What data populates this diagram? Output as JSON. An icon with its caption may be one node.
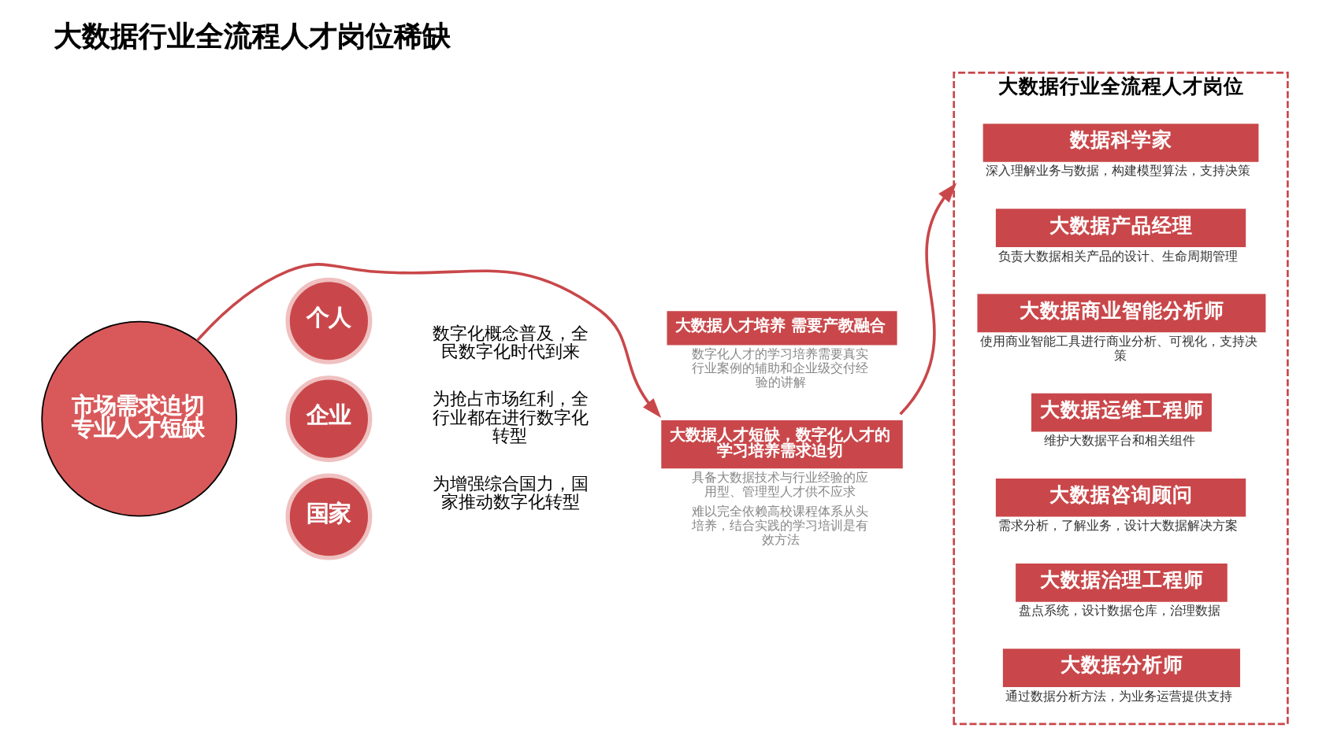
{
  "diagram": {
    "title": "大数据行业全流程人才岗位稀缺",
    "nodes": [
      {
        "text": [
          "市场需求迫切专业人才短缺"
        ]
      },
      {
        "text": [
          "国家"
        ],
        "beside": [
          "为增强综合国力，国家推动数字化转型"
        ]
      },
      {
        "text": [
          "企业"
        ],
        "beside": [
          "为抢占市场红利，全行业都在进行数字化转型"
        ]
      },
      {
        "text": [
          "个人"
        ],
        "beside": [
          "数字化概念普及，全民数字化时代到来"
        ]
      },
      {
        "text": [
          "大数据人才短缺，数字化人才的学习培养需求迫切"
        ],
        "beside": [
          "具备大数据技术与行业经验的应用型、管理型人才供不应求",
          "难以完全依赖高校课程体系从头培养，结合实践的学习培训是有效方法"
        ]
      },
      {
        "text": [
          "大数据人才培养 需要产教融合"
        ],
        "beside": [
          "数字化人才的学习培养需要真实行业案例的辅助和企业级交付经验的讲解"
        ]
      },
      {
        "text": [
          "大数据行业全流程人才岗位"
        ]
      },
      {
        "text": [
          "大数据咨询顾问"
        ],
        "in": 6,
        "beside": [
          "需求分析，了解业务，设计大数据解决方案"
        ]
      },
      {
        "text": [
          "大数据治理工程师"
        ],
        "in": 6,
        "beside": [
          "盘点系统，设计数据仓库，治理数据"
        ]
      },
      {
        "text": [
          "大数据分析师"
        ],
        "in": 6,
        "beside": [
          "通过数据分析方法，为业务运营提供支持"
        ]
      },
      {
        "text": [
          "数据科学家"
        ],
        "in": 6,
        "beside": [
          "深入理解业务与数据，构建模型算法，支持决策"
        ]
      },
      {
        "text": [
          "大数据产品经理"
        ],
        "in": 6,
        "beside": [
          "负责大数据相关产品的设计、生命周期管理"
        ]
      },
      {
        "text": [
          "大数据商业智能分析师"
        ],
        "in": 6,
        "beside": [
          "使用商业智能工具进行商业分析、可视化，支持决策"
        ]
      },
      {
        "text": [
          "大数据运维工程师"
        ],
        "in": 6,
        "beside": [
          "维护大数据平台和相关组件"
        ]
      }
    ],
    "edges": [
      {
        "from": 0,
        "to": 4,
        "arrow": "to"
      },
      {
        "from": 4,
        "to": 6,
        "arrow": "to"
      }
    ]
  }
}
